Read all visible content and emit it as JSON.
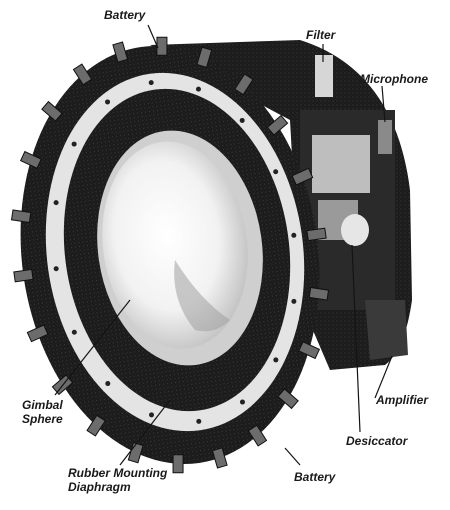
{
  "figure": {
    "labels": {
      "battery_top": "Battery",
      "filter": "Filter",
      "microphone": "Microphone",
      "amplifier": "Amplifier",
      "desiccator": "Desiccator",
      "battery_bottom": "Battery",
      "gimbal_line1": "Gimbal",
      "gimbal_line2": "Sphere",
      "rubber_line1": "Rubber Mounting",
      "rubber_line2": "Diaphragm"
    },
    "colors": {
      "ink": "#141414",
      "paper": "#ffffff",
      "ring_light": "#e8e8e8",
      "body_dark": "#1c1c1c"
    }
  }
}
